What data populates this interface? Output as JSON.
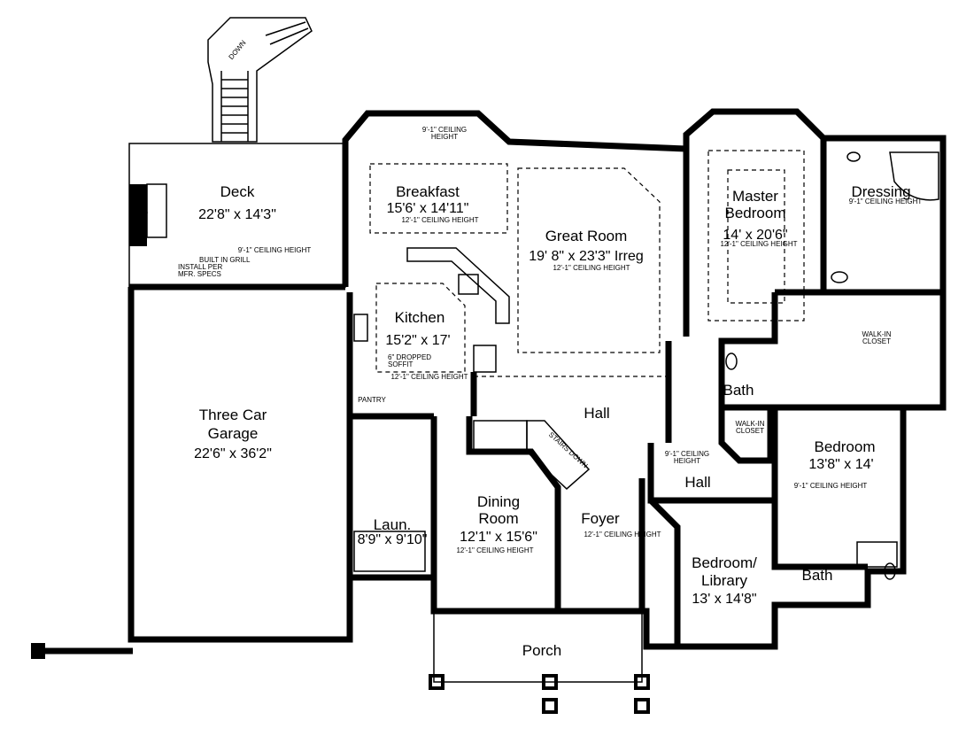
{
  "plan": {
    "stairs_down_deck": "DOWN",
    "rooms": {
      "deck": {
        "name": "Deck",
        "size": "22'8\" x 14'3\"",
        "ceiling": "9'-1\" CEILING HEIGHT",
        "note": [
          "BUILT IN GRILL",
          "INSTALL PER",
          "MFR. SPECS"
        ]
      },
      "breakfast": {
        "name": "Breakfast",
        "size": "15'6' x 14'11\"",
        "ceiling": "12'-1\" CEILING HEIGHT",
        "bay_ceiling": [
          "9'-1\" CEILING",
          "HEIGHT"
        ]
      },
      "great_room": {
        "name": "Great Room",
        "size": "19' 8\" x 23'3\" Irreg",
        "ceiling": "12'-1\" CEILING HEIGHT"
      },
      "master_bedroom": {
        "name1": "Master",
        "name2": "Bedroom",
        "size": "14' x 20'6\"",
        "ceiling": "12'-1\" CEILING HEIGHT"
      },
      "dressing": {
        "name": "Dressing",
        "ceiling": "9'-1\" CEILING HEIGHT"
      },
      "master_closet": [
        "WALK-IN",
        "CLOSET"
      ],
      "kitchen": {
        "name": "Kitchen",
        "size": "15'2\" x 17'",
        "soffit": [
          "6\" DROPPED",
          "SOFFIT"
        ],
        "ceiling": "12'-1\" CEILING HEIGHT"
      },
      "pantry": "PANTRY",
      "garage": {
        "name1": "Three Car",
        "name2": "Garage",
        "size": "22'6\" x 36'2\""
      },
      "hall": "Hall",
      "bath_upper": "Bath",
      "bedroom_closet": [
        "WALK-IN",
        "CLOSET"
      ],
      "bedroom": {
        "name": "Bedroom",
        "size": "13'8\" x 14'",
        "ceiling": "9'-1\" CEILING HEIGHT"
      },
      "hall_small": {
        "name": "Hall",
        "ceiling": [
          "9'-1\" CEILING",
          "HEIGHT"
        ]
      },
      "stairs": "STAIRS DOWN",
      "laundry": {
        "name": "Laun.",
        "size": "8'9\" x 9'10\""
      },
      "dining": {
        "name1": "Dining",
        "name2": "Room",
        "size": "12'1\" x 15'6\"",
        "ceiling": "12'-1\" CEILING HEIGHT"
      },
      "foyer": {
        "name": "Foyer",
        "ceiling": "12'-1\" CEILING HEIGHT"
      },
      "library": {
        "name1": "Bedroom/",
        "name2": "Library",
        "size": "13' x 14'8\""
      },
      "bath_lower": "Bath",
      "porch": "Porch"
    }
  }
}
